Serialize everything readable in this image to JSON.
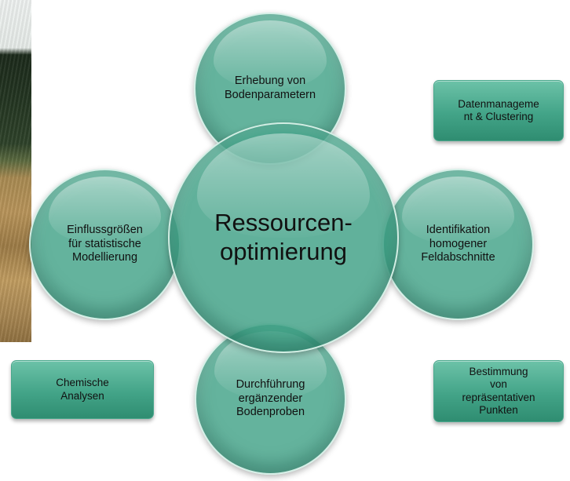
{
  "diagram": {
    "center": "Ressourcen-\noptimierung",
    "top": "Erhebung von\nBodenparametern",
    "right": "Identifikation\nhomogener\nFeldabschnitte",
    "bottom": "Durchführung\nergänzender\nBodenproben",
    "left": "Einflussgrößen\nfür statistische\nModellierung"
  },
  "boxes": {
    "top_right": "Datenmanageme\nnt & Clustering",
    "bottom_right": "Bestimmung\nvon\nrepräsentativen\nPunkten",
    "bottom_left": "Chemische\nAnalysen"
  },
  "colors": {
    "circle_fill": "#399d82",
    "box_fill": "#43a488"
  }
}
